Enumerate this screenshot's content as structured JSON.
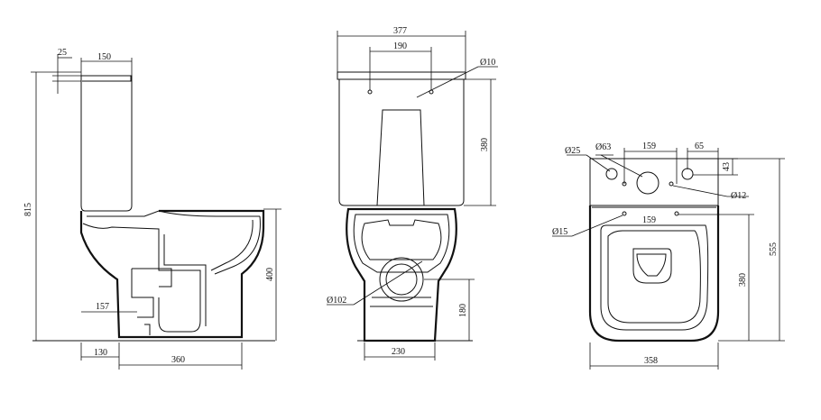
{
  "side_view": {
    "dims": {
      "top_offset": "25",
      "tank_depth": "150",
      "total_height": "815",
      "seat_height": "400",
      "outlet_height": "157",
      "rear_offset": "130",
      "base_depth": "360"
    }
  },
  "front_view": {
    "dims": {
      "width": "377",
      "button_spacing": "190",
      "button_diameter": "Ø10",
      "tank_height": "380",
      "outlet_diameter": "Ø102",
      "outlet_height": "180",
      "base_width": "230"
    }
  },
  "top_view": {
    "dims": {
      "hole1": "Ø25",
      "hole2": "Ø63",
      "hole_spacing": "159",
      "hole_offset_x": "65",
      "hole_offset_y": "43",
      "hole3": "Ø12",
      "fix_hole": "Ø15",
      "fix_spacing": "159",
      "bowl_length": "380",
      "total_length": "555",
      "width": "358"
    }
  }
}
